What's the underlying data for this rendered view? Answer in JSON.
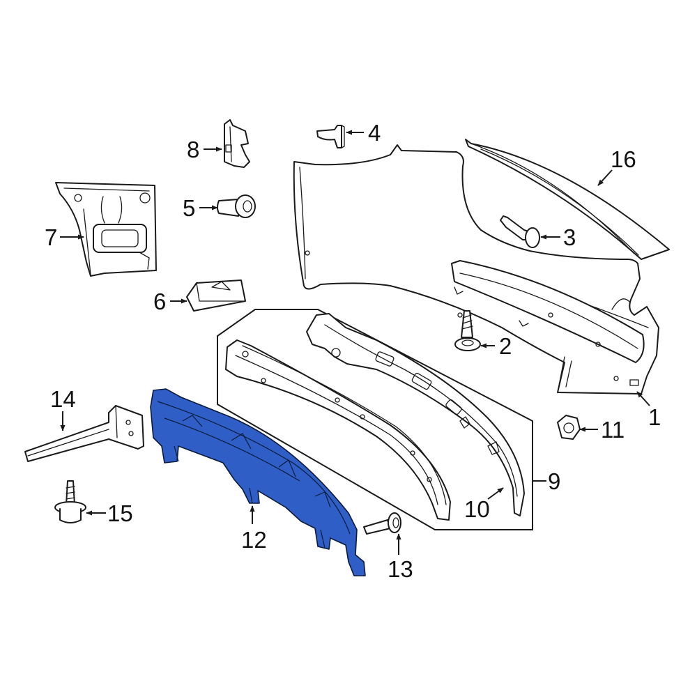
{
  "colors": {
    "highlight": "#2f5fc6",
    "line": "#1a1a1a",
    "background": "#ffffff"
  },
  "callouts": {
    "c1": "1",
    "c2": "2",
    "c3": "3",
    "c4": "4",
    "c5": "5",
    "c6": "6",
    "c7": "7",
    "c8": "8",
    "c9": "9",
    "c10": "10",
    "c11": "11",
    "c12": "12",
    "c13": "13",
    "c14": "14",
    "c15": "15",
    "c16": "16"
  }
}
